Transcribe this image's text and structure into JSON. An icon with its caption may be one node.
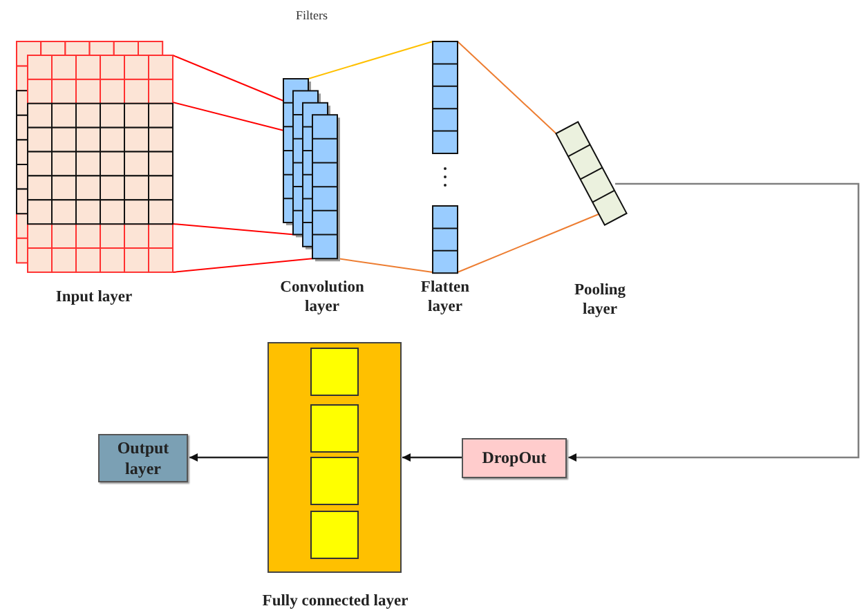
{
  "diagram": {
    "nodes": [
      {
        "text": [
          "Input layer"
        ]
      },
      {
        "text": [
          "Convolution layer"
        ]
      },
      {
        "text": [
          "Flatten layer"
        ]
      },
      {
        "text": [
          "Pooling layer"
        ]
      },
      {
        "text": [
          "DropOut"
        ]
      },
      {
        "text": [
          "Fully connected layer"
        ]
      },
      {
        "text": [
          "Output layer"
        ]
      }
    ],
    "edges": [
      {
        "from": 0,
        "to": 1,
        "arrow": "none",
        "color": "#ff0000"
      },
      {
        "from": 0,
        "to": 1,
        "arrow": "none",
        "color": "#ff0000"
      },
      {
        "from": 0,
        "to": 1,
        "arrow": "none",
        "color": "#ff0000"
      },
      {
        "from": 0,
        "to": 1,
        "arrow": "none",
        "color": "#ff0000"
      },
      {
        "from": 1,
        "to": 2,
        "arrow": "none",
        "color": "#ffc000"
      },
      {
        "from": 1,
        "to": 2,
        "arrow": "none",
        "color": "#ed7d31"
      },
      {
        "from": 2,
        "to": 3,
        "arrow": "none",
        "color": "#ed7d31"
      },
      {
        "from": 2,
        "to": 3,
        "arrow": "none",
        "color": "#ed7d31"
      },
      {
        "from": 3,
        "to": 4,
        "arrow": "to",
        "color": "#7f7f7f"
      },
      {
        "from": 4,
        "to": 5,
        "arrow": "to",
        "color": "#222222"
      },
      {
        "from": 5,
        "to": 6,
        "arrow": "to",
        "color": "#222222"
      }
    ],
    "labels": [
      "Filters"
    ]
  }
}
